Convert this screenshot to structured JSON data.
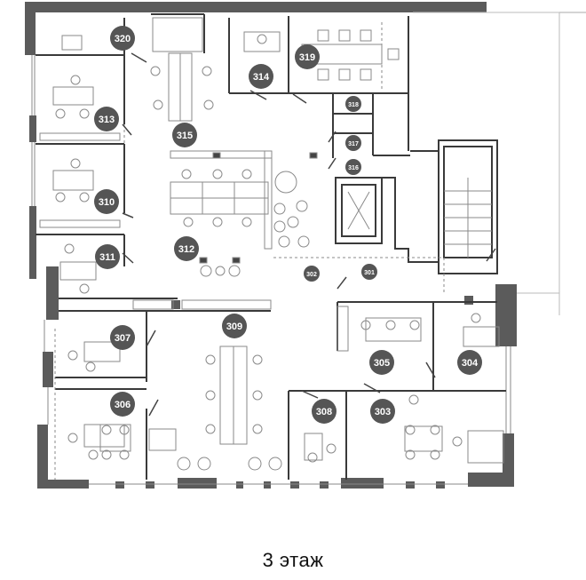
{
  "floor_label": "3 этаж",
  "rooms": [
    {
      "id": "r320",
      "label": "320"
    },
    {
      "id": "r319",
      "label": "319"
    },
    {
      "id": "r314",
      "label": "314"
    },
    {
      "id": "r313",
      "label": "313"
    },
    {
      "id": "r315",
      "label": "315"
    },
    {
      "id": "r318",
      "label": "318"
    },
    {
      "id": "r317",
      "label": "317"
    },
    {
      "id": "r316",
      "label": "316"
    },
    {
      "id": "r310",
      "label": "310"
    },
    {
      "id": "r312",
      "label": "312"
    },
    {
      "id": "r311",
      "label": "311"
    },
    {
      "id": "r302",
      "label": "302"
    },
    {
      "id": "r301",
      "label": "301"
    },
    {
      "id": "r309",
      "label": "309"
    },
    {
      "id": "r307",
      "label": "307"
    },
    {
      "id": "r305",
      "label": "305"
    },
    {
      "id": "r304",
      "label": "304"
    },
    {
      "id": "r306",
      "label": "306"
    },
    {
      "id": "r308",
      "label": "308"
    },
    {
      "id": "r303",
      "label": "303"
    }
  ],
  "colors": {
    "wall": "#5b5b5b",
    "thin_wall": "#3a3a3a",
    "badge": "#555555",
    "furniture": "#8a8a8a",
    "background": "#ffffff"
  }
}
